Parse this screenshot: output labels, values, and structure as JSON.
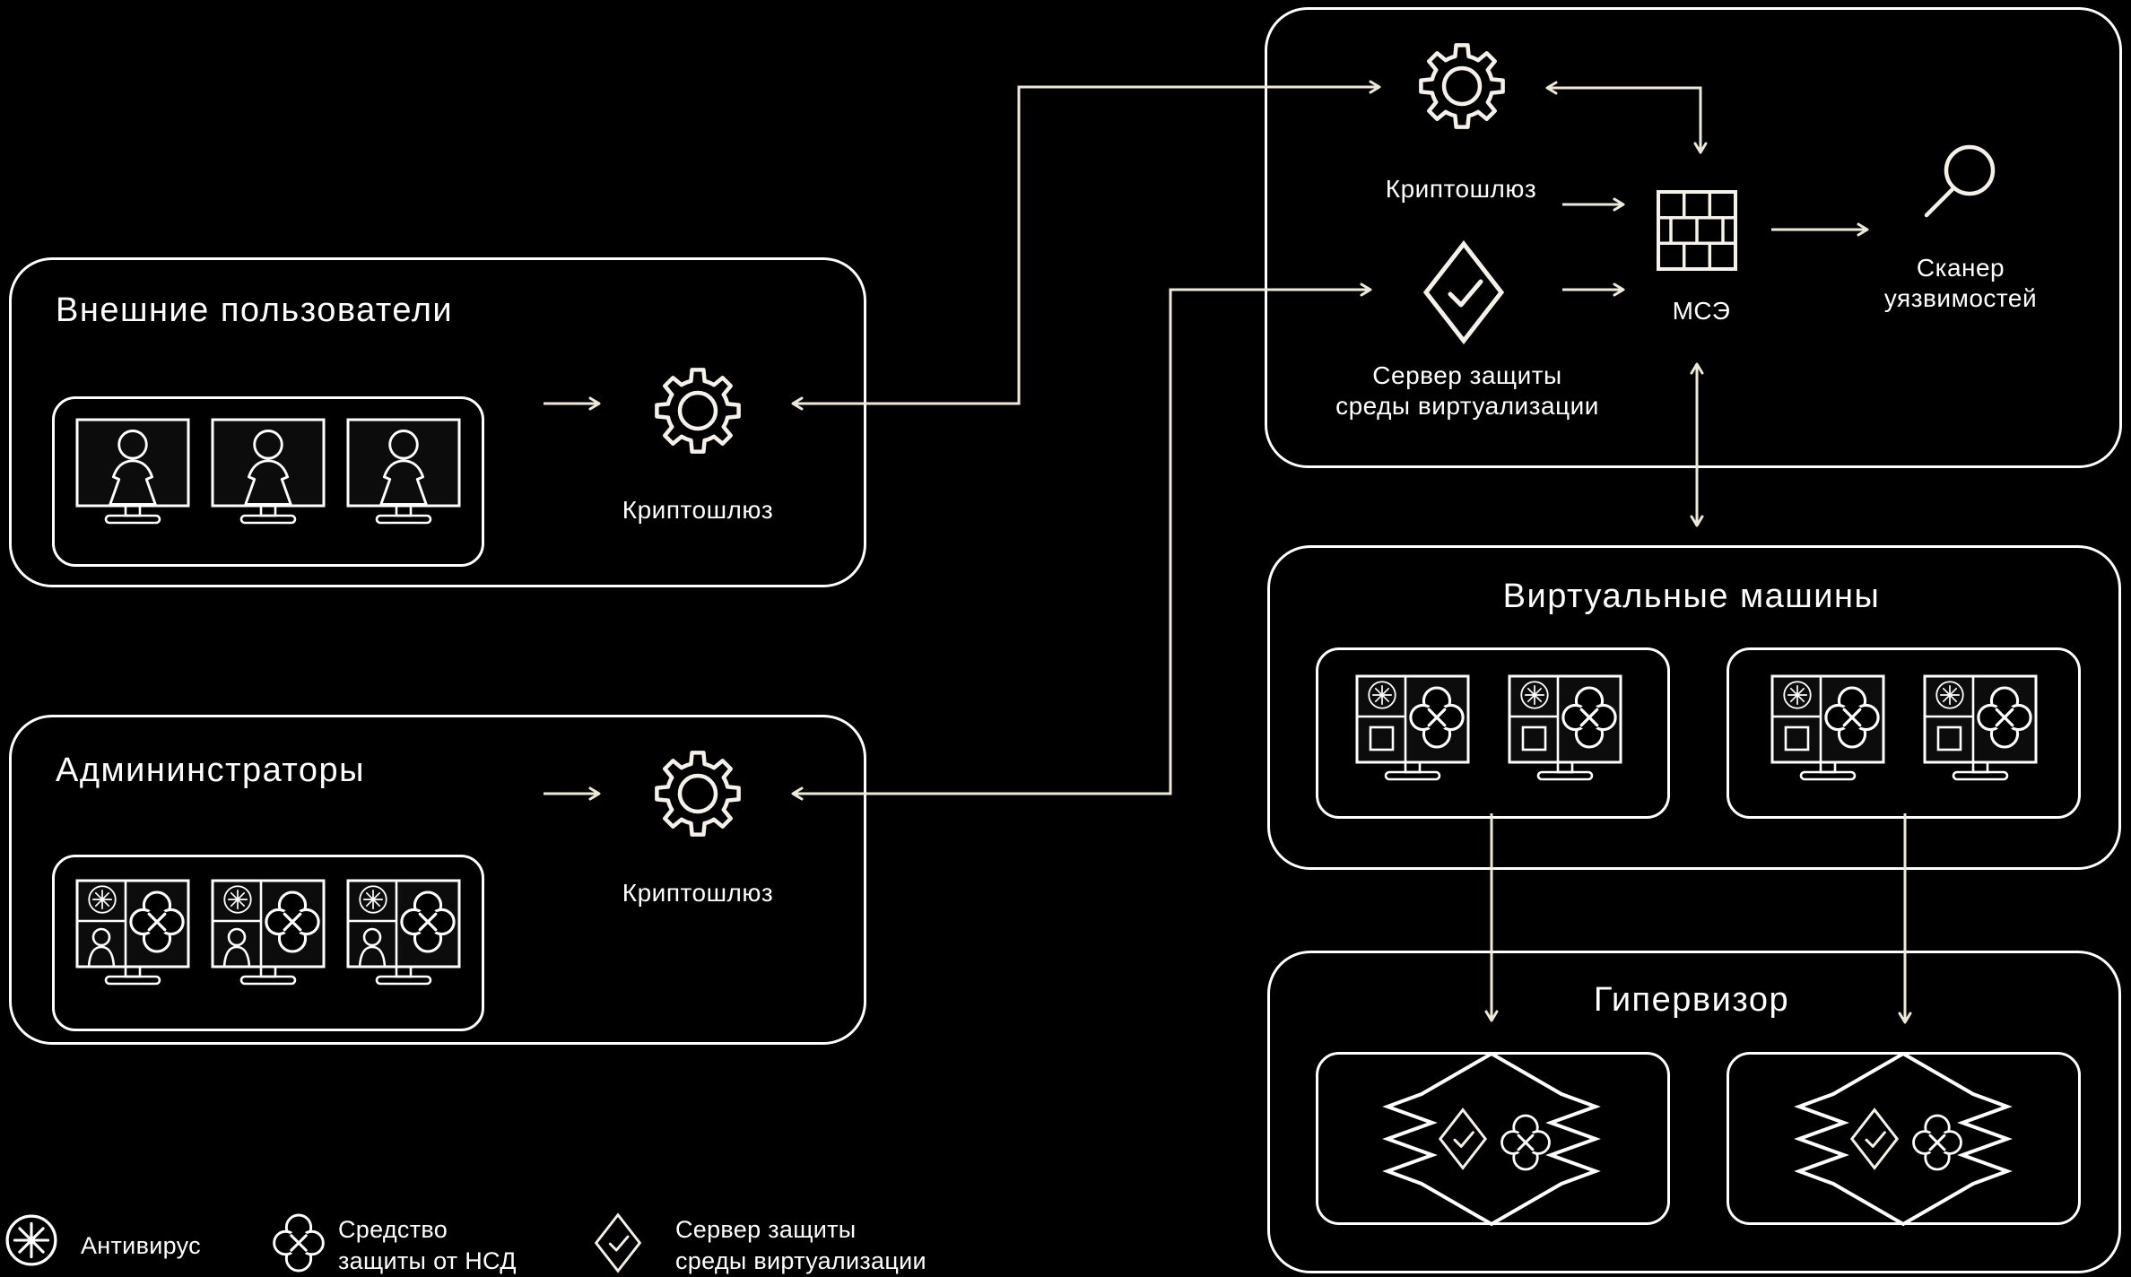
{
  "canvas": {
    "background": "#000000",
    "line_color": "#ffffff",
    "arrow_color": "#eee8d9"
  },
  "external_users": {
    "title": "Внешние пользователи",
    "gateway_label": "Криптошлюз"
  },
  "administrators": {
    "title": "Админинстраторы",
    "gateway_label": "Криптошлюз"
  },
  "security": {
    "gateway_label": "Криптошлюз",
    "server_label_line1": "Сервер защиты",
    "server_label_line2": "среды виртуализации",
    "firewall_label": "МСЭ",
    "scanner_label_line1": "Сканер",
    "scanner_label_line2": "уязвимостей"
  },
  "virtual_machines": {
    "title": "Виртуальные машины"
  },
  "hypervisor": {
    "title": "Гипервизор"
  },
  "legend": {
    "antivirus": {
      "icon": "antivirus-icon",
      "label": "Антивирус"
    },
    "nsd": {
      "icon": "nsd-protection-icon",
      "label_line1": "Средство",
      "label_line2": "защиты от НСД"
    },
    "server": {
      "icon": "virtualization-protection-server-icon",
      "label_line1": "Сервер защиты",
      "label_line2": "среды виртуализации"
    }
  }
}
